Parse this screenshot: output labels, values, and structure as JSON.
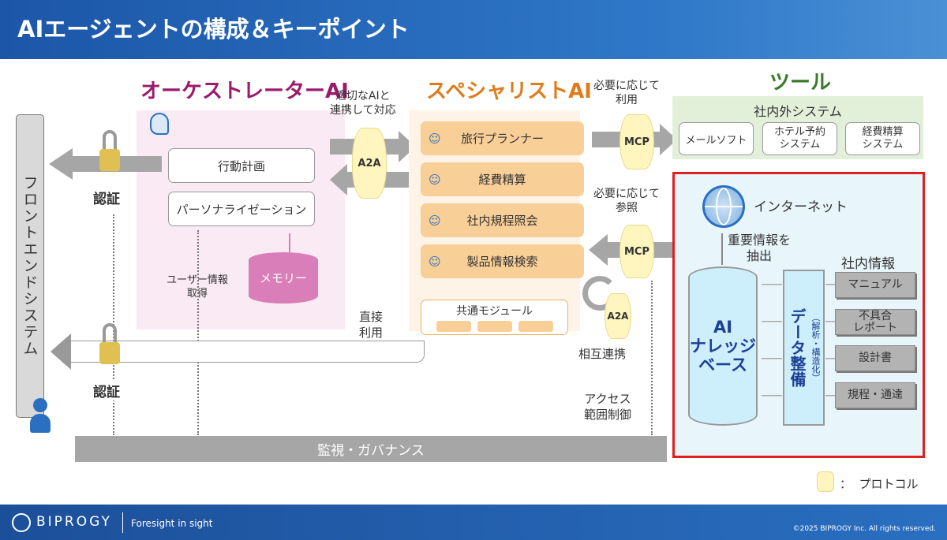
{
  "header": {
    "title": "AIエージェントの構成＆キーポイント"
  },
  "frontend": {
    "label": "フロントエンドシステム"
  },
  "auth": {
    "top": "認証",
    "bottom": "認証"
  },
  "orchestrator": {
    "title": "オーケストレーターAI",
    "items": [
      "行動計画",
      "パーソナライゼーション"
    ],
    "memory": "メモリー",
    "user_info": "ユーザー情報\n取得"
  },
  "a2a_top": {
    "caption": "適切なAIと\n連携して対応",
    "label": "A2A"
  },
  "specialist": {
    "title": "スペシャリストAI",
    "items": [
      "旅行プランナー",
      "経費精算",
      "社内規程照会",
      "製品情報検索"
    ],
    "common": "共通モジュール"
  },
  "direct_use": "直接\n利用",
  "mcp_top": {
    "caption": "必要に応じて\n利用",
    "label": "MCP"
  },
  "mcp_bottom": {
    "caption": "必要に応じて\n参照",
    "label": "MCP"
  },
  "a2a_bottom": {
    "label": "A2A",
    "caption": "相互連携"
  },
  "access_control": "アクセス\n範囲制御",
  "tools": {
    "title": "ツール",
    "group": "社内外システム",
    "items": [
      "メールソフト",
      "ホテル予約\nシステム",
      "経費精算\nシステム"
    ]
  },
  "knowledge": {
    "internet": "インターネット",
    "extract": "重要情報を\n抽出",
    "kb": "AI\nナレッジ\nベース",
    "data_prep": "データ整備",
    "data_prep_sub": "（解析・構造化）",
    "internal": "社内情報",
    "docs": [
      "マニュアル",
      "不具合\nレポート",
      "設計書",
      "規程・通達"
    ]
  },
  "governance": "監視・ガバナンス",
  "legend": {
    "label": "：  プロトコル"
  },
  "footer": {
    "brand": "BIPROGY",
    "tagline": "Foresight in sight",
    "copyright": "©2025 BIPROGY Inc. All rights reserved."
  },
  "colors": {
    "orchestrator": "#9b1b6b",
    "specialist": "#e07b1c",
    "tools": "#3a7a2a",
    "highlight": "#e02020"
  }
}
